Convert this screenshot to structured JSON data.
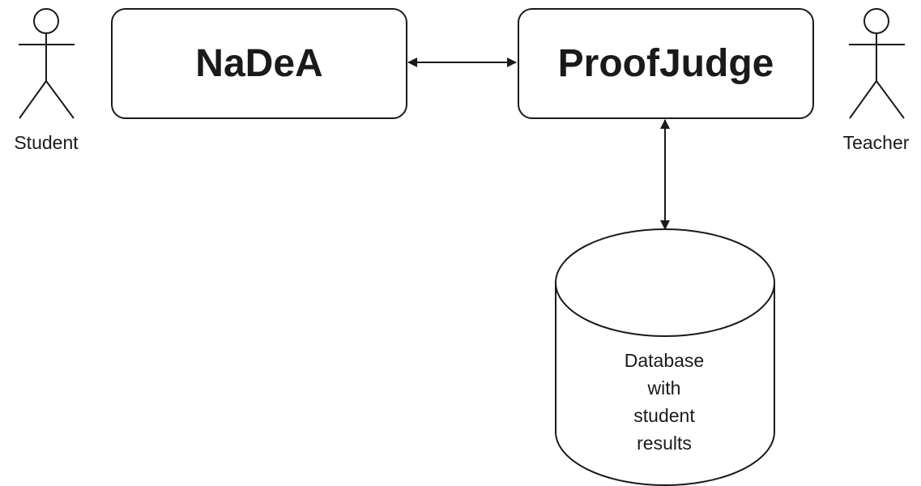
{
  "nodes": {
    "nadea": {
      "label": "NaDeA"
    },
    "proofjudge": {
      "label": "ProofJudge"
    }
  },
  "actors": {
    "student": {
      "label": "Student",
      "icon": "stick-figure-icon"
    },
    "teacher": {
      "label": "Teacher",
      "icon": "stick-figure-icon"
    }
  },
  "database": {
    "icon": "cylinder-database-icon",
    "lines": [
      "Database",
      "with",
      "student",
      "results"
    ]
  },
  "connections": [
    {
      "from": "NaDeA",
      "to": "ProofJudge",
      "type": "bidirectional-arrow"
    },
    {
      "from": "ProofJudge",
      "to": "Database",
      "type": "bidirectional-arrow"
    }
  ],
  "colors": {
    "stroke": "#1a1a1a",
    "background": "#ffffff"
  }
}
